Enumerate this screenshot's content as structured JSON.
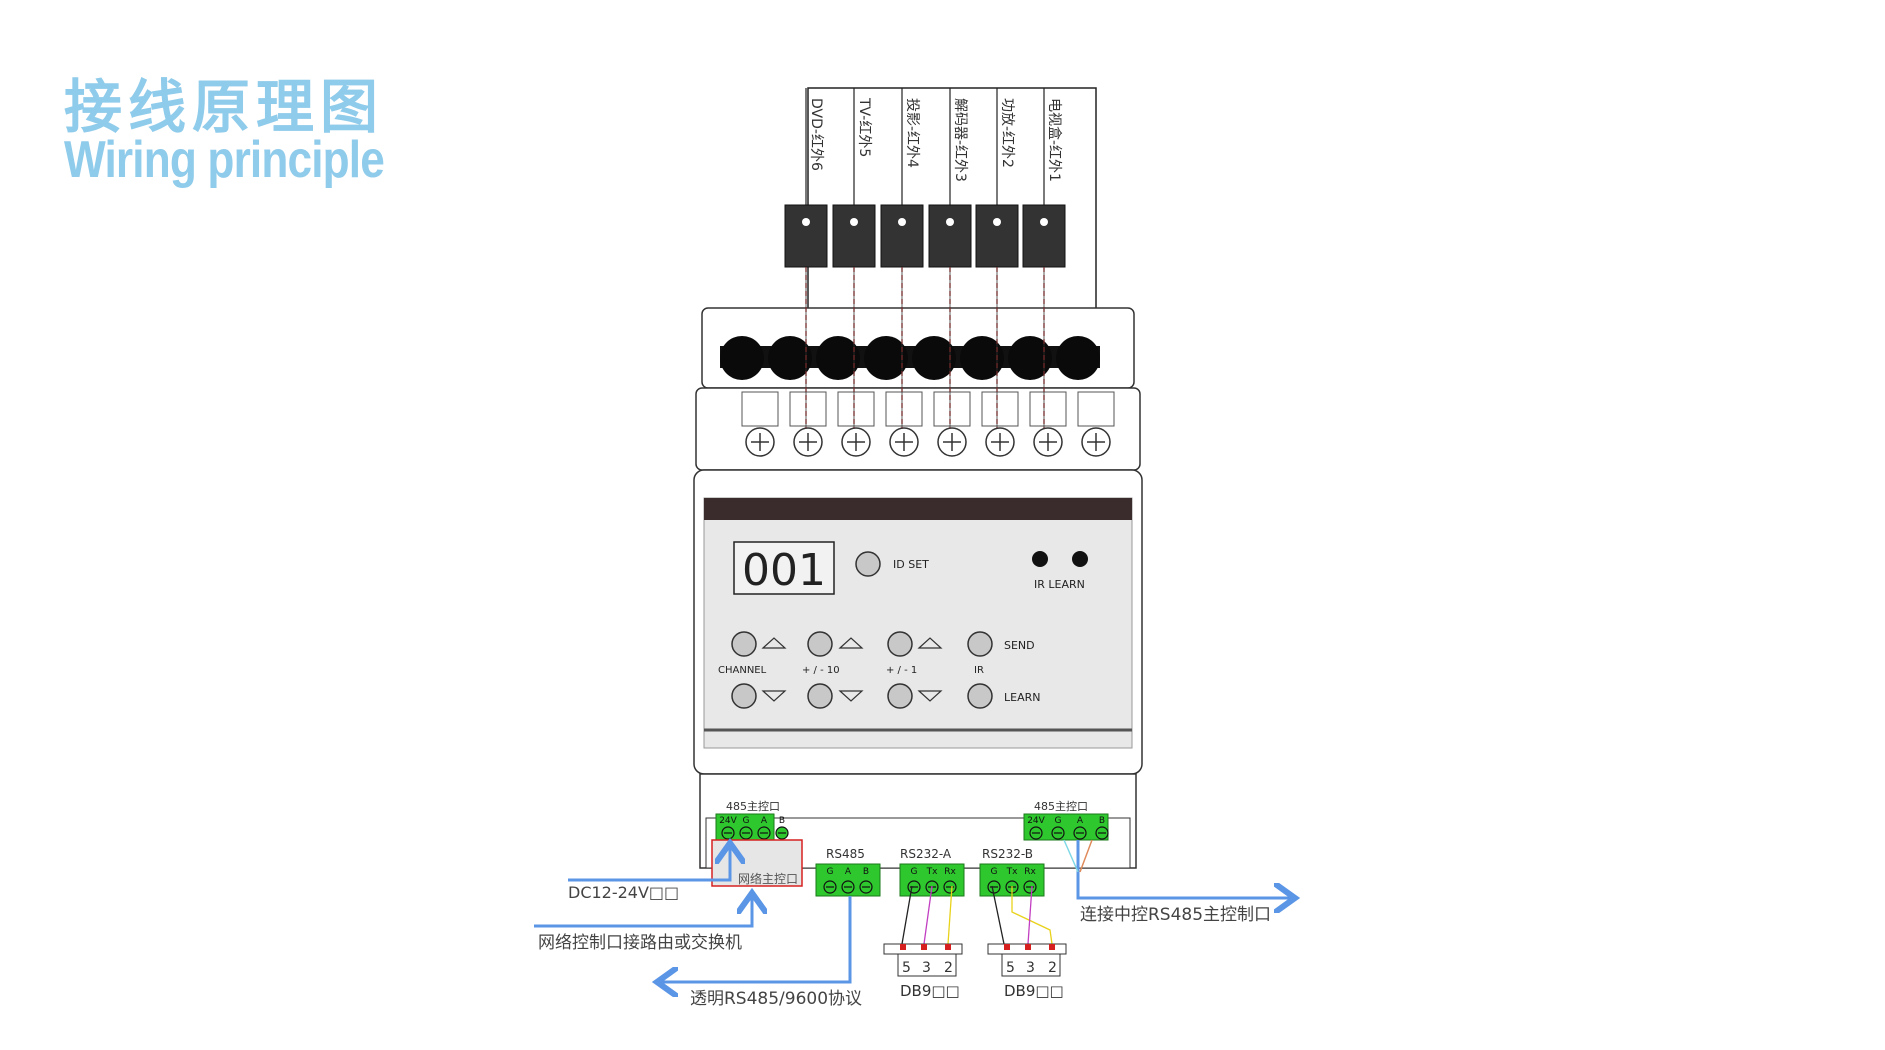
{
  "title": {
    "cn": "接线原理图",
    "en": "Wiring principle"
  },
  "ir_emitters": [
    {
      "label": "DVD-红外6"
    },
    {
      "label": "TV-红外5"
    },
    {
      "label": "投影-红外4"
    },
    {
      "label": "解码器-红外3"
    },
    {
      "label": "功放-红外2"
    },
    {
      "label": "电视盒-红外1"
    }
  ],
  "device": {
    "display_value": "001",
    "id_set_label": "ID SET",
    "ir_learn_label": "IR LEARN",
    "buttons": {
      "channel": "CHANNEL",
      "plus_minus_10": "+ / - 10",
      "plus_minus_1": "+ / - 1",
      "send": "SEND",
      "ir": "IR",
      "learn": "LEARN"
    }
  },
  "ports": {
    "main_485_left": "485主控口",
    "main_485_right": "485主控口",
    "net_port": "网络主控口",
    "rs485": "RS485",
    "rs232a": "RS232-A",
    "rs232b": "RS232-B",
    "pins_24v": [
      "24V",
      "G",
      "A",
      "B"
    ],
    "pins_rs485": [
      "G",
      "A",
      "B"
    ],
    "pins_rs232": [
      "G",
      "Tx",
      "Rx"
    ],
    "db9_pins": [
      "5",
      "3",
      "2"
    ],
    "db9_label_a": "DB9□□",
    "db9_label_b": "DB9□□"
  },
  "annotations": {
    "power": "DC12-24V□□",
    "network": "网络控制口接路由或交换机",
    "transparent": "透明RS485/9600协议",
    "connect_main": "连接中控RS485主控制口"
  },
  "colors": {
    "title": "#8fcbea",
    "arrow": "#5b95e6",
    "terminal": "#2ec72e",
    "wire_red": "#d62020"
  }
}
